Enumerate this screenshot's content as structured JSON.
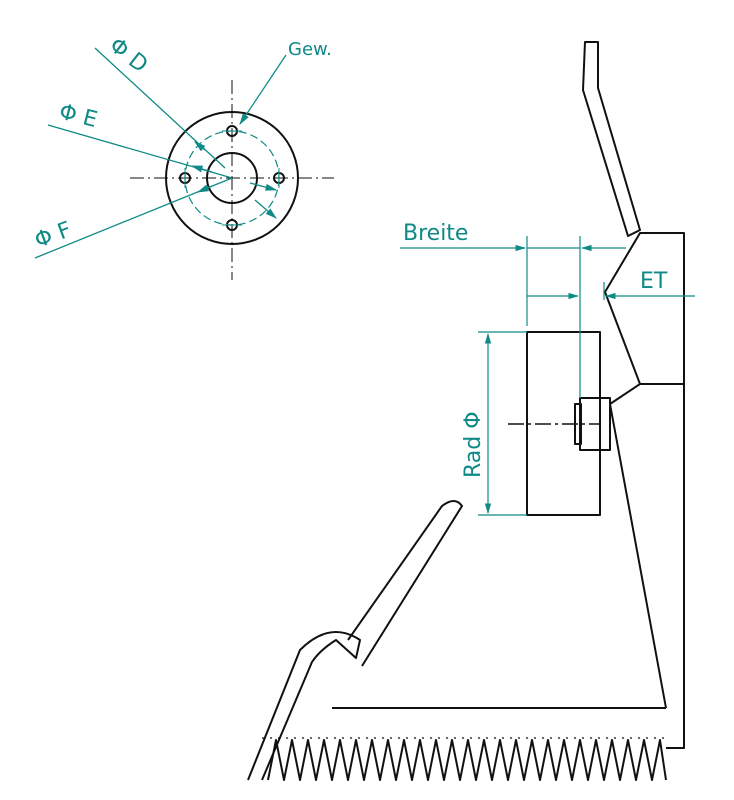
{
  "colors": {
    "annotation": "#0f8a86",
    "outline": "#111111",
    "background": "#ffffff"
  },
  "labels": {
    "gew": "Gew.",
    "phi_d": "Φ D",
    "phi_e": "Φ E",
    "phi_f": "Φ F",
    "breite": "Breite",
    "et": "ET",
    "rad_phi": "Rad Φ"
  }
}
